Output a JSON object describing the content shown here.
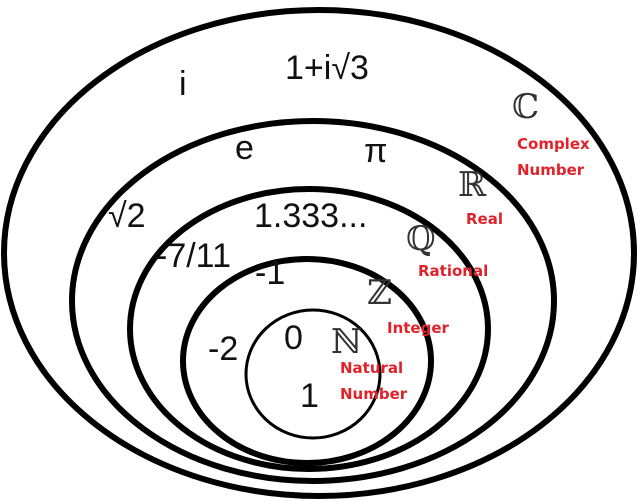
{
  "label_color": "#e0222a",
  "sets": [
    {
      "symbol": "ℂ",
      "label_lines": [
        "Complex",
        "Number"
      ]
    },
    {
      "symbol": "ℝ",
      "label_lines": [
        "Real"
      ]
    },
    {
      "symbol": "ℚ",
      "label_lines": [
        "Rational"
      ]
    },
    {
      "symbol": "ℤ",
      "label_lines": [
        "Integer"
      ]
    },
    {
      "symbol": "ℕ",
      "label_lines": [
        "Natural",
        "Number"
      ]
    }
  ],
  "samples": {
    "complex": [
      "i",
      "1+i√3"
    ],
    "real": [
      "e",
      "π",
      "√2"
    ],
    "rational": [
      "1.333...",
      "-7/11"
    ],
    "integer": [
      "-1",
      "-2"
    ],
    "natural": [
      "0",
      "1"
    ]
  }
}
